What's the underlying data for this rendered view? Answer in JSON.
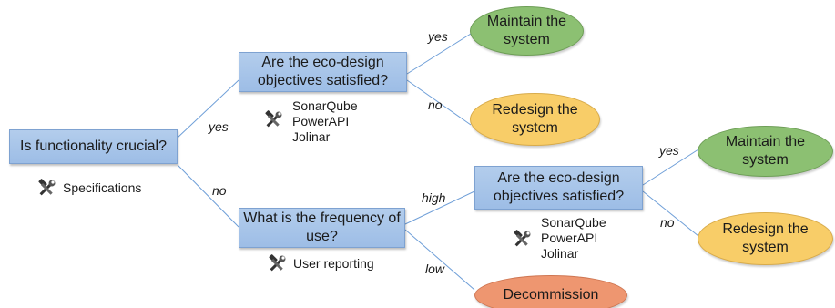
{
  "nodes": {
    "root": "Is functionality crucial?",
    "eco_top": "Are the eco-design objectives satisfied?",
    "frequency": "What is the frequency of use?",
    "eco_bottom": "Are the eco-design objectives satisfied?",
    "maintain_top": "Maintain the system",
    "redesign_top": "Redesign the system",
    "maintain_bottom": "Maintain the system",
    "redesign_bottom": "Redesign the system",
    "decommission": "Decommission"
  },
  "edge_labels": {
    "root_yes": "yes",
    "root_no": "no",
    "eco_top_yes": "yes",
    "eco_top_no": "no",
    "freq_high": "high",
    "freq_low": "low",
    "eco_bottom_yes": "yes",
    "eco_bottom_no": "no"
  },
  "tools": {
    "root": [
      "Specifications"
    ],
    "eco_top": [
      "SonarQube",
      "PowerAPI",
      "Jolinar"
    ],
    "frequency": [
      "User reporting"
    ],
    "eco_bottom": [
      "SonarQube",
      "PowerAPI",
      "Jolinar"
    ]
  },
  "colors": {
    "decision_box": "#9dbde6",
    "edge": "#6f9fd8",
    "maintain": "#8cc072",
    "redesign": "#f8cd68",
    "decommission": "#ee9670"
  },
  "icons": {
    "tool": "hammer-wrench-icon"
  }
}
